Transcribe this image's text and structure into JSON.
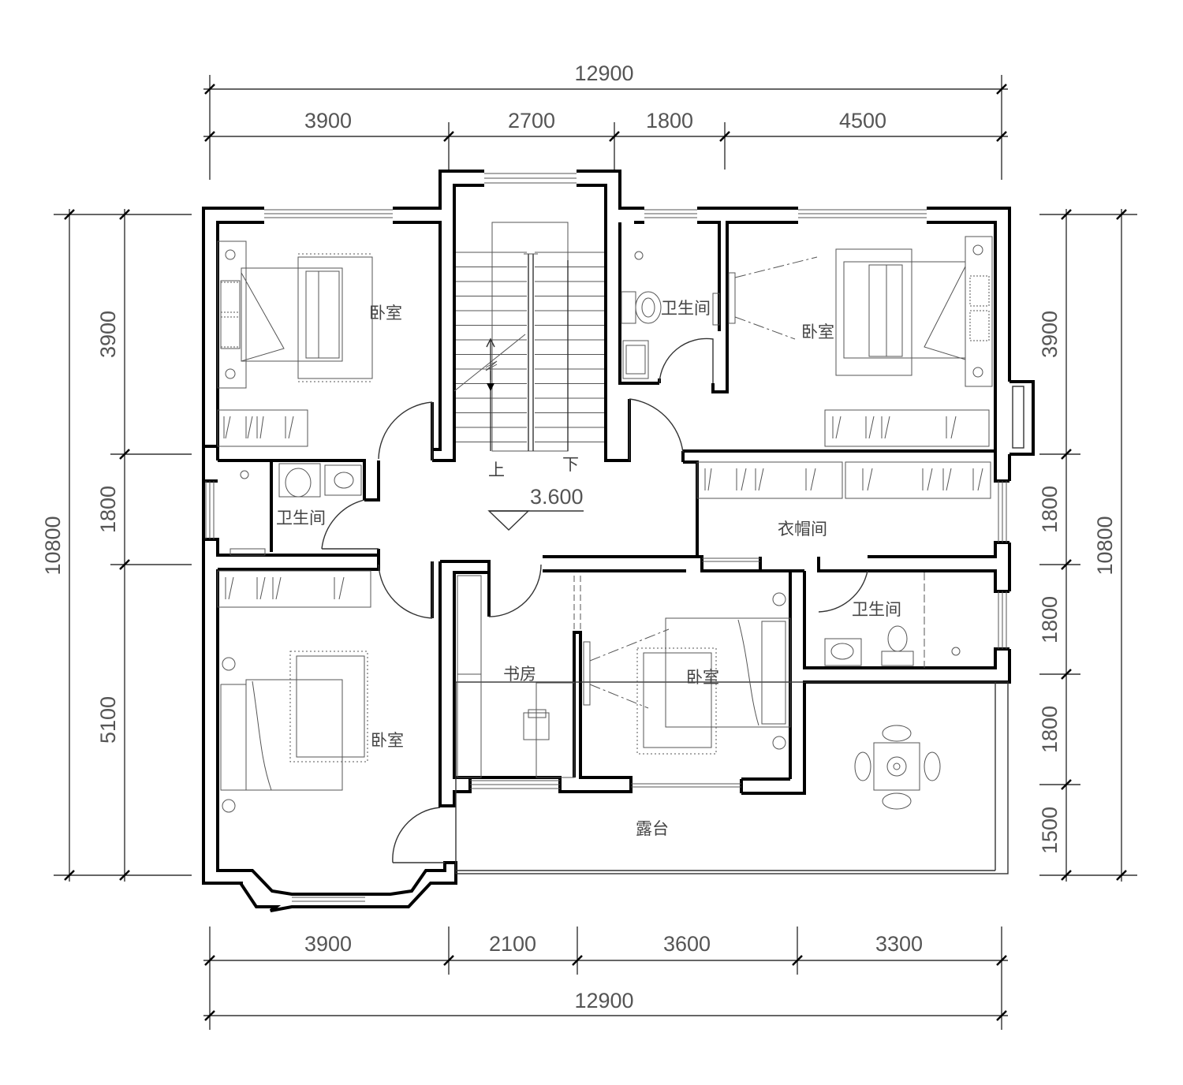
{
  "dimensions": {
    "top_total": "12900",
    "top_segments": [
      "3900",
      "2700",
      "1800",
      "4500"
    ],
    "bottom_segments": [
      "3900",
      "2100",
      "3600",
      "3300"
    ],
    "bottom_total": "12900",
    "left_total": "10800",
    "left_segments": [
      "3900",
      "1800",
      "5100"
    ],
    "right_total": "10800",
    "right_segments": [
      "3900",
      "1800",
      "1800",
      "1800",
      "1500"
    ]
  },
  "rooms": {
    "bedroom_nw": "卧室",
    "bedroom_ne": "卧室",
    "bedroom_sw": "卧室",
    "bedroom_center": "卧室",
    "bath_north": "卫生间",
    "bath_west": "卫生间",
    "bath_east": "卫生间",
    "wardrobe": "衣帽间",
    "study": "书房",
    "terrace": "露台"
  },
  "stair": {
    "up": "上",
    "down": "下",
    "level": "3.600"
  }
}
